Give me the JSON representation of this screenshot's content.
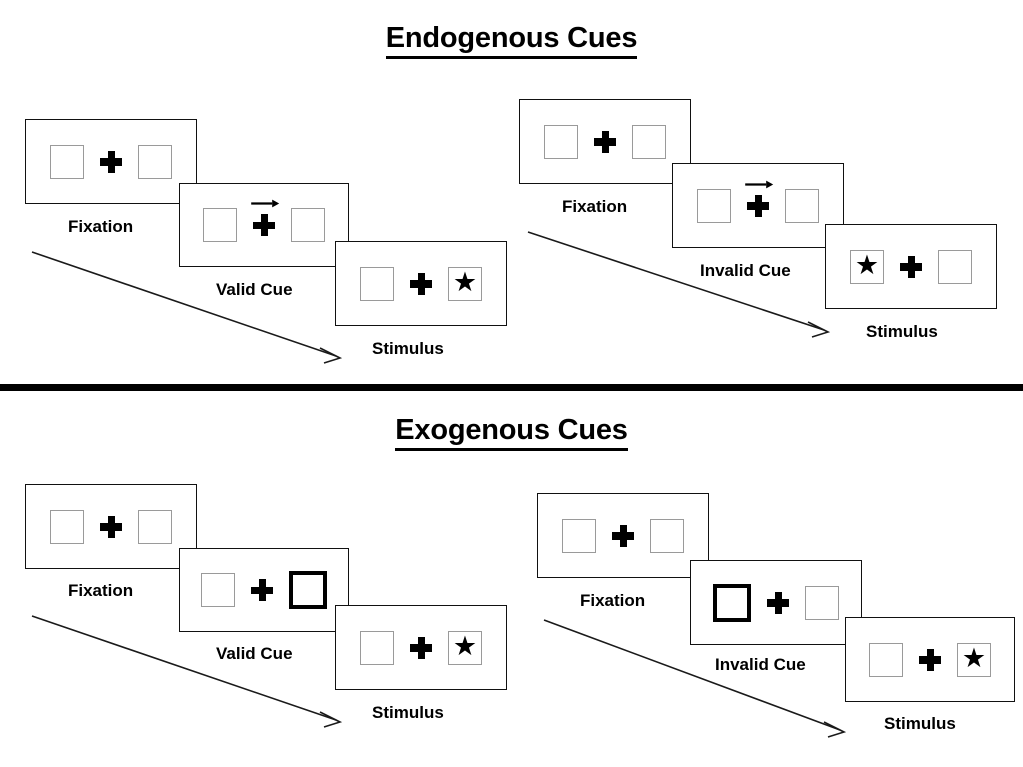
{
  "sections": [
    {
      "title": "Endogenous Cues",
      "cue_type": "arrow",
      "sequences": [
        {
          "name": "valid",
          "panels": [
            {
              "stage": "Fixation",
              "left_box": "empty",
              "right_box": "empty",
              "cue": "none"
            },
            {
              "stage": "Valid Cue",
              "left_box": "empty",
              "right_box": "empty",
              "cue": "arrow-right"
            },
            {
              "stage": "Stimulus",
              "left_box": "empty",
              "right_box": "star",
              "cue": "none"
            }
          ]
        },
        {
          "name": "invalid",
          "panels": [
            {
              "stage": "Fixation",
              "left_box": "empty",
              "right_box": "empty",
              "cue": "none"
            },
            {
              "stage": "Invalid Cue",
              "left_box": "empty",
              "right_box": "empty",
              "cue": "arrow-right"
            },
            {
              "stage": "Stimulus",
              "left_box": "star",
              "right_box": "empty",
              "cue": "none"
            }
          ]
        }
      ]
    },
    {
      "title": "Exogenous Cues",
      "cue_type": "box-highlight",
      "sequences": [
        {
          "name": "valid",
          "panels": [
            {
              "stage": "Fixation",
              "left_box": "empty",
              "right_box": "empty",
              "cue": "none"
            },
            {
              "stage": "Valid Cue",
              "left_box": "empty",
              "right_box": "cued",
              "cue": "right-box-flash"
            },
            {
              "stage": "Stimulus",
              "left_box": "empty",
              "right_box": "star",
              "cue": "none"
            }
          ]
        },
        {
          "name": "invalid",
          "panels": [
            {
              "stage": "Fixation",
              "left_box": "empty",
              "right_box": "empty",
              "cue": "none"
            },
            {
              "stage": "Invalid Cue",
              "left_box": "cued",
              "right_box": "empty",
              "cue": "left-box-flash"
            },
            {
              "stage": "Stimulus",
              "left_box": "empty",
              "right_box": "star",
              "cue": "none"
            }
          ]
        }
      ]
    }
  ],
  "glyphs": {
    "star": "★",
    "fixation_cross": "plus-sign",
    "arrow": "right-arrow"
  },
  "colors": {
    "ink": "#000000",
    "panel_border": "#111111",
    "box_border": "#9a9a9a",
    "cued_box_border": "#000000",
    "background": "#ffffff"
  }
}
